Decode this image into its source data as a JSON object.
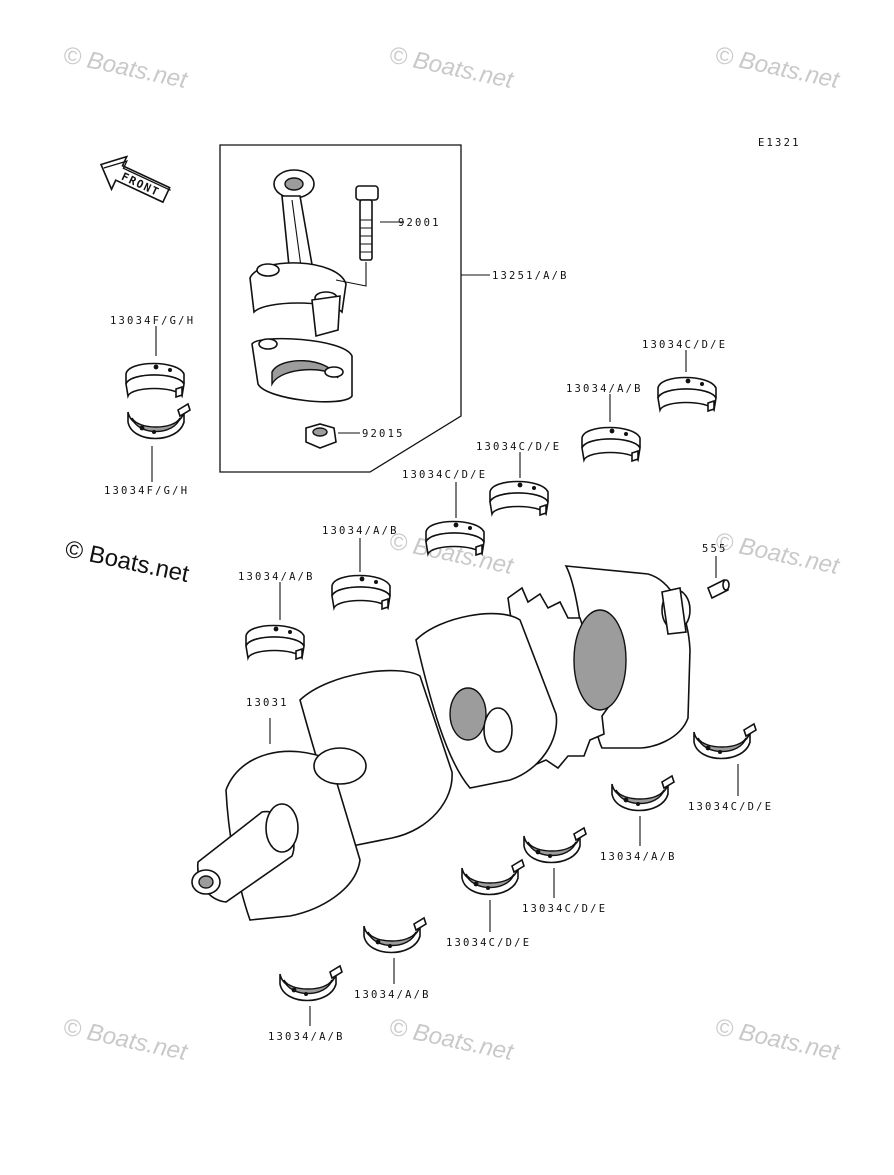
{
  "diagram": {
    "code": "E1321",
    "front_label": "FRONT",
    "watermark": "© Boats.net",
    "watermark_main": "© Boats.net",
    "labels": {
      "rod_bolt": "92001",
      "con_rod_assy": "13251/A/B",
      "rod_nut": "92015",
      "bearing_upper_left_top": "13034F/G/H",
      "bearing_upper_left_bottom": "13034F/G/H",
      "bearing_top_1": "13034C/D/E",
      "bearing_top_2": "13034/A/B",
      "bearing_top_3": "13034C/D/E",
      "bearing_top_4": "13034C/D/E",
      "bearing_top_5": "13034/A/B",
      "bearing_top_6": "13034/A/B",
      "pin": "555",
      "crankshaft": "13031",
      "bearing_low_1": "13034C/D/E",
      "bearing_low_2": "13034/A/B",
      "bearing_low_3": "13034C/D/E",
      "bearing_low_4": "13034C/D/E",
      "bearing_low_5": "13034/A/B",
      "bearing_low_6": "13034/A/B"
    }
  }
}
